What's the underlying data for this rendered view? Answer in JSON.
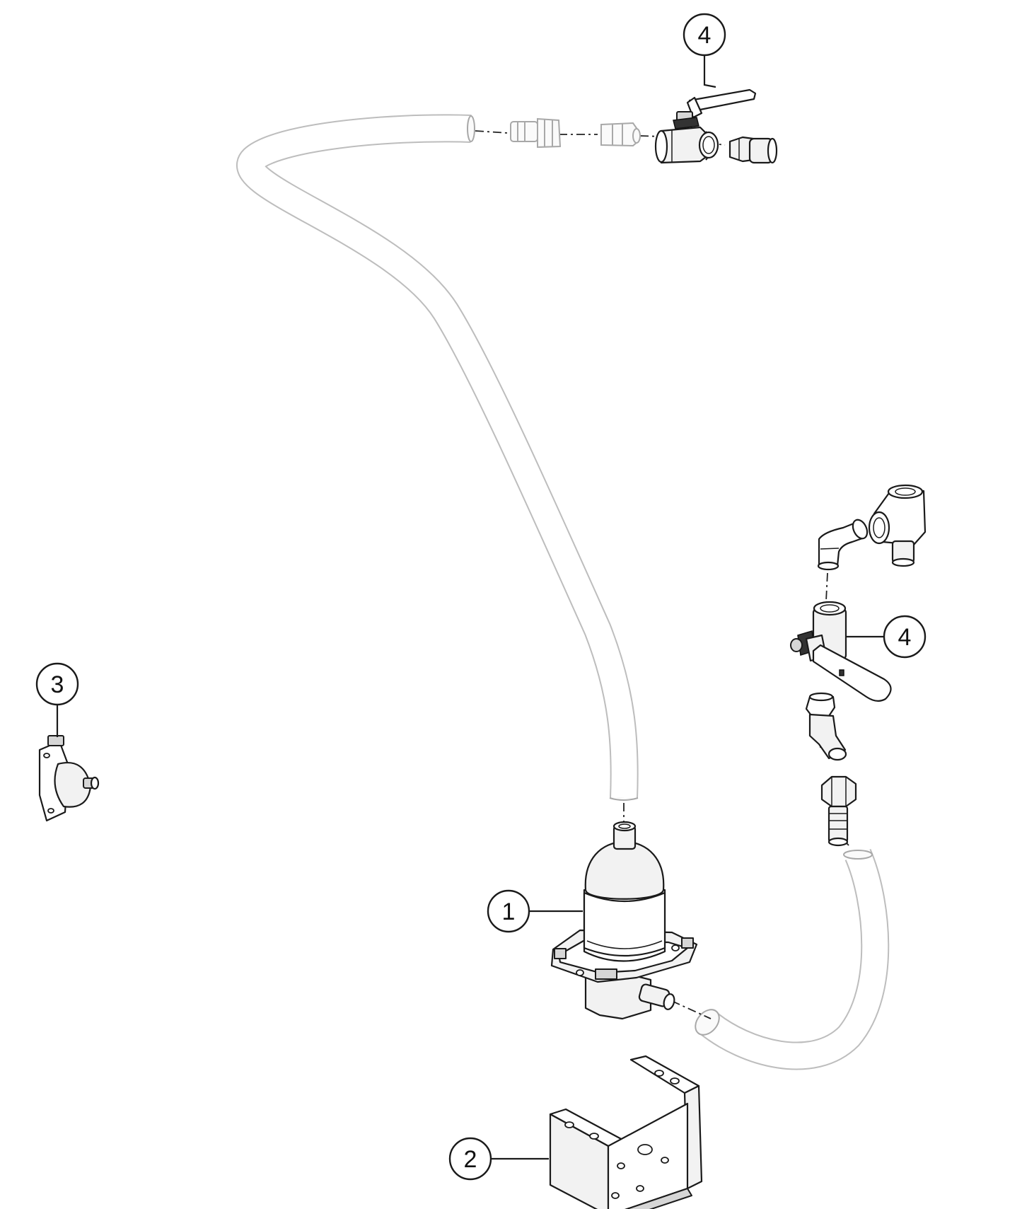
{
  "callouts": [
    {
      "number": "4"
    },
    {
      "number": "4"
    },
    {
      "number": "3"
    },
    {
      "number": "1"
    },
    {
      "number": "2"
    }
  ]
}
